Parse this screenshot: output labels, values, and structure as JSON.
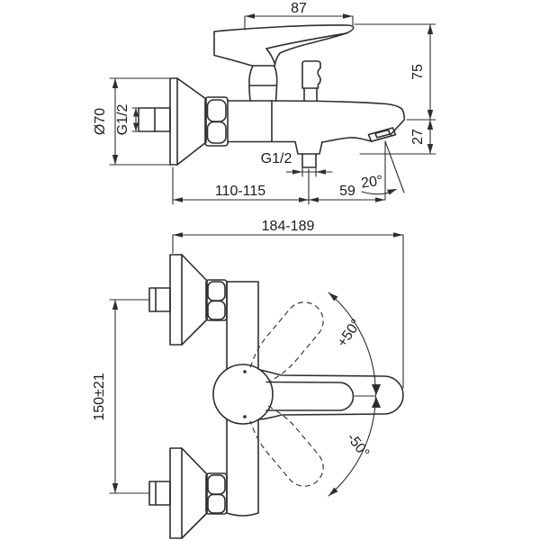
{
  "side_view": {
    "handle_length": "87",
    "height_above_spout": "75",
    "spout_drop": "27",
    "escutcheon_diameter": "Ø70",
    "inlet_thread": "G1/2",
    "outlet_thread": "G1/2",
    "wall_to_outlet": "110-115",
    "outlet_to_spout_end": "59",
    "spout_end_angle": "20°"
  },
  "front_view": {
    "overall_width": "184-189",
    "inlet_centers_distance": "150±21",
    "handle_rotation_up": "+50°",
    "handle_rotation_down": "-50°"
  }
}
